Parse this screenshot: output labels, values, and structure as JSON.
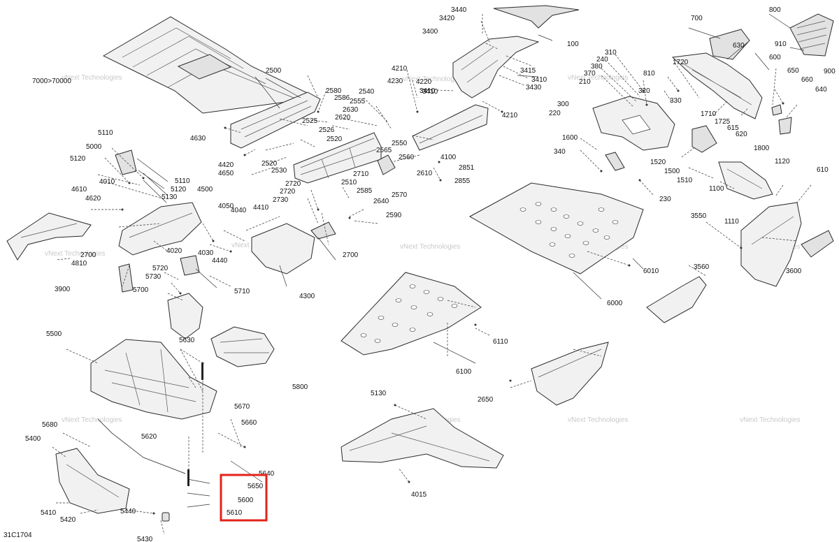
{
  "diagram_code": "31C1704",
  "watermark_text": "vNext Technologies",
  "highlight_color": "#e2231a",
  "highlighted_callouts": [
    "5650",
    "5600",
    "5610"
  ],
  "callouts": [
    "3440",
    "3420",
    "3400",
    "100",
    "800",
    "700",
    "630",
    "910",
    "900",
    "600",
    "3415",
    "3410",
    "3430",
    "3410",
    "4210",
    "4220",
    "4230",
    "4210",
    "3410",
    "7000>70000",
    "2500",
    "2580",
    "2586",
    "2555",
    "2540",
    "2630",
    "2620",
    "2525",
    "2526",
    "2520",
    "4630",
    "4420",
    "4650",
    "2520",
    "2530",
    "2565",
    "2550",
    "2560",
    "4100",
    "2851",
    "2855",
    "2610",
    "2710",
    "2510",
    "2720",
    "2720",
    "2730",
    "2585",
    "2570",
    "2640",
    "2590",
    "2700",
    "310",
    "240",
    "380",
    "370",
    "210",
    "320",
    "810",
    "330",
    "300",
    "220",
    "1720",
    "1710",
    "1725",
    "615",
    "650",
    "660",
    "640",
    "620",
    "1800",
    "5110",
    "5000",
    "5120",
    "4010",
    "5110",
    "5120",
    "5130",
    "4610",
    "4620",
    "4500",
    "4050",
    "4040",
    "4410",
    "4020",
    "4030",
    "4440",
    "4300",
    "3900",
    "2700",
    "4810",
    "5720",
    "5730",
    "5710",
    "5700",
    "1600",
    "340",
    "1520",
    "1500",
    "1510",
    "1100",
    "1120",
    "610",
    "230",
    "3550",
    "1110",
    "3560",
    "3600",
    "6010",
    "6000",
    "6110",
    "6100",
    "5500",
    "5630",
    "5800",
    "2650",
    "5130",
    "4015",
    "5670",
    "5660",
    "5680",
    "5620",
    "5640",
    "5400",
    "5410",
    "5420",
    "5440",
    "5430"
  ]
}
